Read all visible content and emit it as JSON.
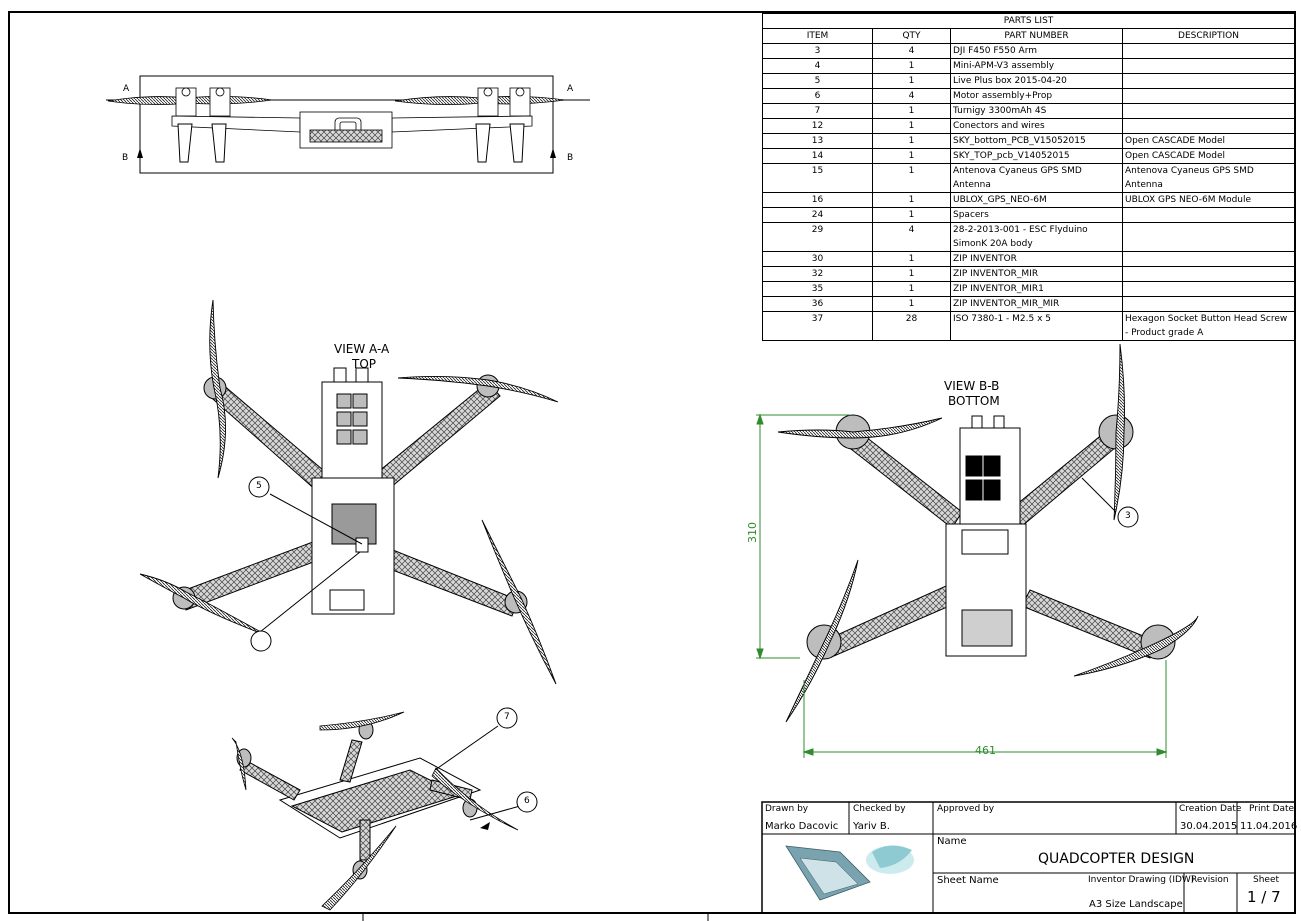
{
  "views": {
    "view_a": {
      "title": "VIEW A-A",
      "subtitle": "TOP"
    },
    "view_b": {
      "title": "VIEW B-B",
      "subtitle": "BOTTOM"
    },
    "section_markers": {
      "a": "A",
      "b": "B"
    }
  },
  "dimensions": {
    "height": "310",
    "width": "461"
  },
  "balloons": {
    "b3": "3",
    "b5": "5",
    "b6": "6",
    "b7": "7"
  },
  "parts_list": {
    "title": "PARTS LIST",
    "headers": {
      "item": "ITEM",
      "qty": "QTY",
      "part_number": "PART NUMBER",
      "description": "DESCRIPTION"
    },
    "rows": [
      {
        "item": "3",
        "qty": "4",
        "part": "DJI F450 F550 Arm",
        "desc": ""
      },
      {
        "item": "4",
        "qty": "1",
        "part": "Mini-APM-V3 assembly",
        "desc": ""
      },
      {
        "item": "5",
        "qty": "1",
        "part": "Live Plus box  2015-04-20",
        "desc": ""
      },
      {
        "item": "6",
        "qty": "4",
        "part": "Motor assembly+Prop",
        "desc": ""
      },
      {
        "item": "7",
        "qty": "1",
        "part": "Turnigy 3300mAh 4S",
        "desc": ""
      },
      {
        "item": "12",
        "qty": "1",
        "part": "Conectors and wires",
        "desc": ""
      },
      {
        "item": "13",
        "qty": "1",
        "part": "SKY_bottom_PCB_V15052015",
        "desc": "Open CASCADE Model"
      },
      {
        "item": "14",
        "qty": "1",
        "part": "SKY_TOP_pcb_V14052015",
        "desc": "Open CASCADE Model"
      },
      {
        "item": "15",
        "qty": "1",
        "part": "Antenova Cyaneus GPS SMD Antenna",
        "desc": "Antenova Cyaneus GPS SMD Antenna"
      },
      {
        "item": "16",
        "qty": "1",
        "part": "UBLOX_GPS_NEO-6M",
        "desc": "UBLOX GPS NEO-6M Module"
      },
      {
        "item": "24",
        "qty": "1",
        "part": "Spacers",
        "desc": ""
      },
      {
        "item": "29",
        "qty": "4",
        "part": "28-2-2013-001 - ESC Flyduino SimonK 20A body",
        "desc": ""
      },
      {
        "item": "30",
        "qty": "1",
        "part": "ZIP INVENTOR",
        "desc": ""
      },
      {
        "item": "32",
        "qty": "1",
        "part": "ZIP INVENTOR_MIR",
        "desc": ""
      },
      {
        "item": "35",
        "qty": "1",
        "part": "ZIP INVENTOR_MIR1",
        "desc": ""
      },
      {
        "item": "36",
        "qty": "1",
        "part": "ZIP INVENTOR_MIR_MIR",
        "desc": ""
      },
      {
        "item": "37",
        "qty": "28",
        "part": "ISO 7380-1 - M2.5 x 5",
        "desc": "Hexagon Socket Button Head Screw - Product grade A"
      }
    ]
  },
  "title_block": {
    "drawn_by_label": "Drawn by",
    "drawn_by": "Marko Dacovic",
    "checked_by_label": "Checked by",
    "checked_by": "Yariv B.",
    "approved_by_label": "Approved by",
    "creation_date_label": "Creation Date",
    "creation_date": "30.04.2015",
    "print_date_label": "Print Date",
    "print_date": "11.04.2016",
    "name_label": "Name",
    "name": "QUADCOPTER DESIGN",
    "sheet_name_label": "Sheet Name",
    "sheet_name_value": "Inventor Drawing (IDW)",
    "size": "A3 Size Landscape",
    "revision_label": "Revision",
    "sheet_label": "Sheet",
    "sheet": "1 / 7"
  },
  "colors": {
    "dimension": "#2e8b2e",
    "line": "#000000",
    "fill": "#9a9a9a"
  }
}
